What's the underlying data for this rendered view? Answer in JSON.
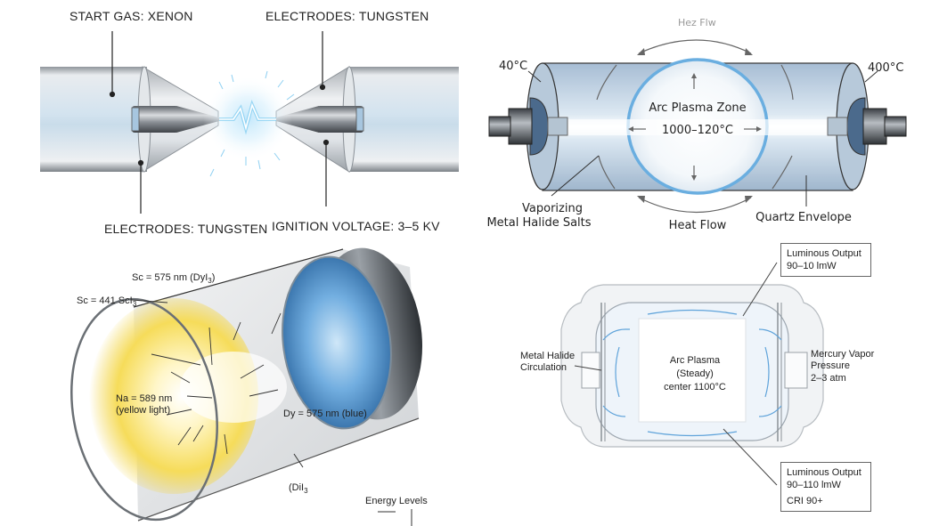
{
  "panels": {
    "ignition": {
      "title": "Xenon ignition arc between tungsten electrodes",
      "labels": {
        "start_gas": "START GAS: XENON",
        "electrodes_top": "ELECTRODES: TUNGSTEN",
        "electrodes_bottom": "ELECTRODES: TUNGSTEN",
        "ignition_voltage": "IGNITION VOLTAGE: 3–5 KV"
      }
    },
    "warmup": {
      "title": "Warm-up heat flow in quartz envelope",
      "labels": {
        "top_flow": "Hez Flw",
        "left_temp": "40°C",
        "right_temp": "400°C",
        "zone_name": "Arc Plasma Zone",
        "zone_temp": "1000–120°C",
        "salts_line1": "Vaporizing",
        "salts_line2": "Metal Halide Salts",
        "heat_flow": "Heat Flow",
        "envelope": "Quartz Envelope"
      }
    },
    "emission": {
      "title": "Metal halide spectral emission",
      "labels": {
        "dyi3": "Sc = 575 nm (DyI",
        "dyi3_sub": "3",
        "dyi3_close": ")",
        "sci3": "Sc = 441 ScI",
        "sci3_sub": "3",
        "na_line1": "Na = 589 nm",
        "na_line2": "(yellow light)",
        "dy": "Dy = 575 nm (blue)",
        "dii3": "(DiI",
        "dii3_sub": "3",
        "energy_levels": "Energy Levels"
      },
      "colors": {
        "sodium": "#f5d84a",
        "dysprosium": "#4d95d6"
      }
    },
    "steady": {
      "title": "Steady-state arc tube cross section",
      "labels": {
        "plasma_line1": "Arc Plasma",
        "plasma_line2": "(Steady)",
        "plasma_line3": "center 1100°C",
        "halide_line1": "Metal Halide",
        "halide_line2": "Circulation",
        "mercury_line1": "Mercury Vapor",
        "mercury_line2": "Pressure",
        "mercury_line3": "2–3 atm"
      },
      "boxes": {
        "top": {
          "line1": "Luminous Output",
          "line2": "90–10 lmW"
        },
        "bottom": {
          "line1": "Luminous Output",
          "line2": "90–110 lmW",
          "line3": "CRI 90+"
        }
      }
    }
  }
}
